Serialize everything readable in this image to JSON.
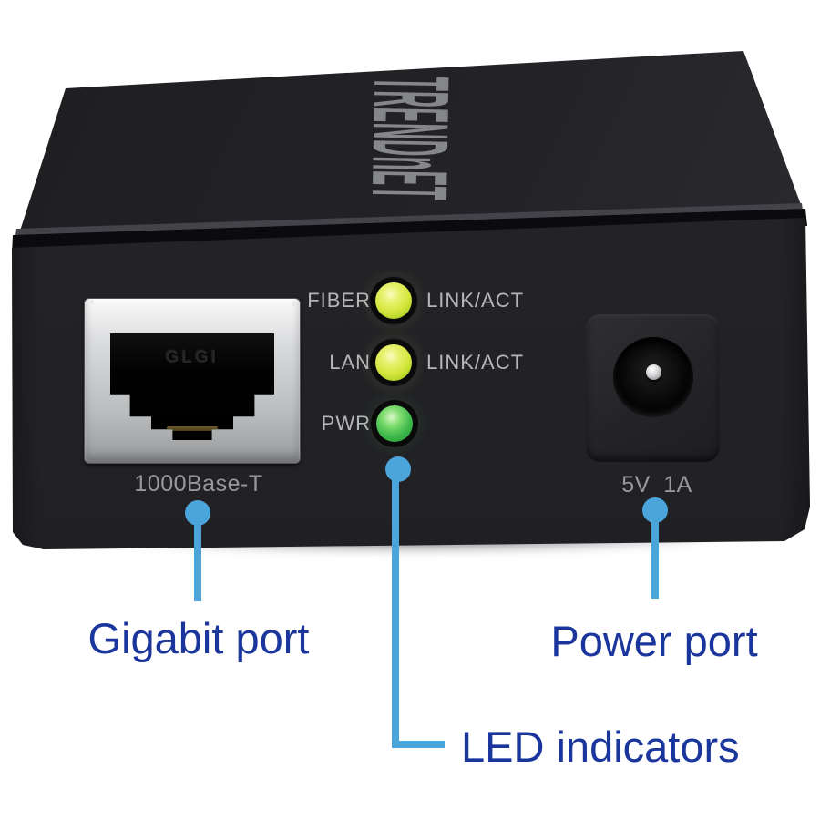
{
  "device": {
    "brand_logo": "TRENDnET",
    "ethernet_port": {
      "label": "1000Base-T",
      "jack_marking": "GLGI"
    },
    "power_port": {
      "label": "5V 1A"
    },
    "leds": [
      {
        "name": "FIBER",
        "status": "LINK/ACT",
        "color": "#d5e63d"
      },
      {
        "name": "LAN",
        "status": "LINK/ACT",
        "color": "#d5e63d"
      },
      {
        "name": "PWR",
        "status": "",
        "color": "#3db84b"
      }
    ]
  },
  "callouts": {
    "line_color": "#4CA5DA",
    "label_color": "#1a359c",
    "items": [
      {
        "text": "Gigabit port",
        "points_to": "ethernet-port"
      },
      {
        "text": "Power port",
        "points_to": "power-port"
      },
      {
        "text": "LED indicators",
        "points_to": "leds"
      }
    ]
  }
}
